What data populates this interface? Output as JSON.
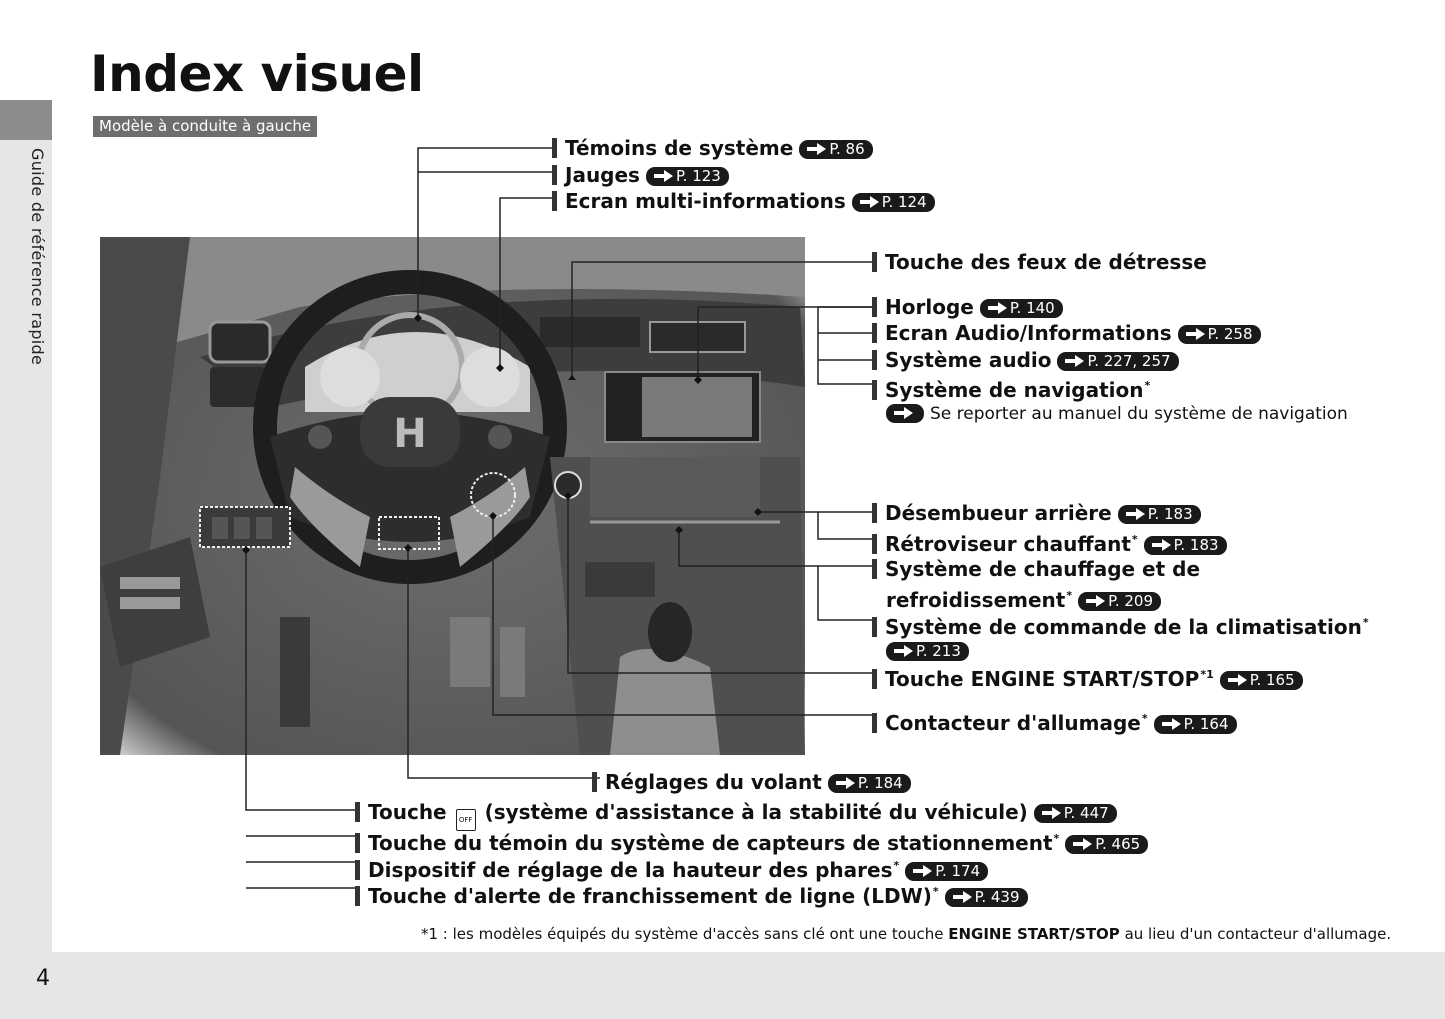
{
  "title": "Index visuel",
  "model_badge": "Modèle à conduite à gauche",
  "side_label": "Guide de référence rapide",
  "page_number": "4",
  "labels": {
    "temoins": {
      "text": "Témoins de système",
      "ref": "P. 86"
    },
    "jauges": {
      "text": "Jauges",
      "ref": "P. 123"
    },
    "ecran_multi": {
      "text": "Ecran multi-informations",
      "ref": "P. 124"
    },
    "feux_detresse": {
      "text": "Touche des feux de détresse"
    },
    "horloge": {
      "text": "Horloge",
      "ref": "P. 140"
    },
    "ecran_audio": {
      "text": "Ecran Audio/Informations",
      "ref": "P. 258"
    },
    "systeme_audio": {
      "text": "Système audio",
      "ref": "P. 227, 257"
    },
    "navigation": {
      "text": "Système de navigation",
      "sup": "*"
    },
    "navigation_note": "Se reporter au manuel du système de navigation",
    "desembueur": {
      "text": "Désembueur arrière",
      "ref": "P. 183"
    },
    "retroviseur": {
      "text": "Rétroviseur chauffant",
      "sup": "*",
      "ref": "P. 183"
    },
    "chauffage_1": "Système de chauffage et de",
    "chauffage_2": {
      "text": "refroidissement",
      "sup": "*",
      "ref": "P. 209"
    },
    "climatisation": {
      "text": "Système de commande de la climatisation",
      "sup": "*",
      "ref": "P. 213"
    },
    "engine": {
      "text": "Touche ENGINE START/STOP",
      "sup": "*1",
      "ref": "P. 165"
    },
    "allumage": {
      "text": "Contacteur d'allumage",
      "sup": "*",
      "ref": "P. 164"
    },
    "volant": {
      "text": "Réglages du volant",
      "ref": "P. 184"
    },
    "vsa_pre": "Touche",
    "vsa_post": "(système d'assistance à la stabilité du véhicule)",
    "vsa_icon": "OFF",
    "vsa_ref": "P. 447",
    "capteurs": {
      "text": "Touche du témoin du système de capteurs de stationnement",
      "sup": "*",
      "ref": "P. 465"
    },
    "phares": {
      "text": "Dispositif de réglage de la hauteur des phares",
      "sup": "*",
      "ref": "P. 174"
    },
    "ldw": {
      "text": "Touche d'alerte de franchissement de ligne (LDW)",
      "sup": "*",
      "ref": "P. 439"
    }
  },
  "footnote": {
    "pre": "*1 : les modèles équipés du système d'accès sans clé ont une touche",
    "bold": "ENGINE START/STOP",
    "post": "au lieu d'un contacteur d'allumage."
  },
  "photo_logo": "H"
}
